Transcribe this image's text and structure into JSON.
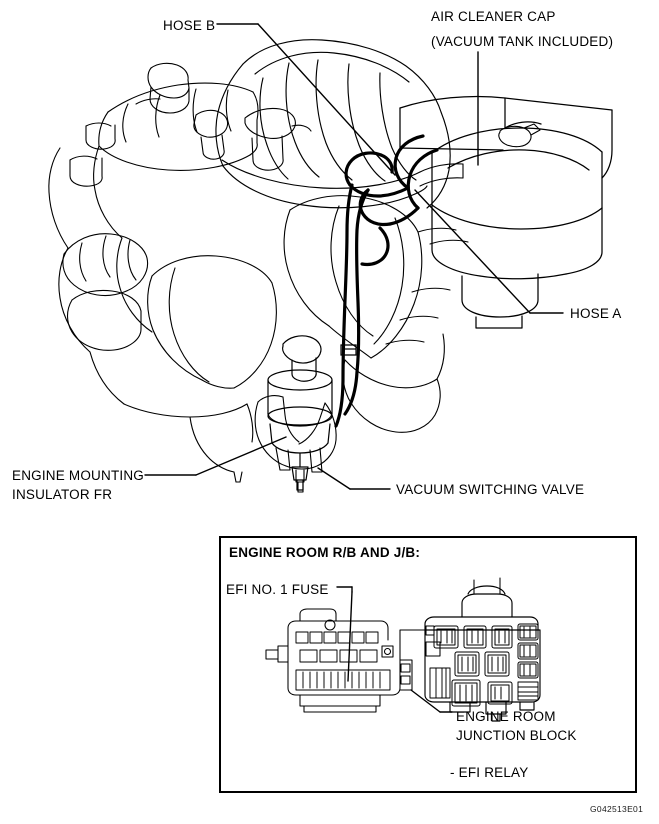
{
  "figure": {
    "id_code": "G042513E01",
    "kind": "automotive-service-diagram",
    "line_color": "#000000",
    "background": "#FFFFFF"
  },
  "labels": {
    "hose_b": "HOSE B",
    "air_cleaner_cap": "AIR CLEANER CAP",
    "air_cleaner_cap_note": "(VACUUM TANK INCLUDED)",
    "hose_a": "HOSE A",
    "engine_mounting_line1": "ENGINE MOUNTING",
    "engine_mounting_line2": "INSULATOR FR",
    "vacuum_switching_valve": "VACUUM SWITCHING VALVE"
  },
  "callout": {
    "title": "ENGINE ROOM R/B AND J/B:",
    "efi_fuse": "EFI NO. 1 FUSE",
    "junction_block_line1": "ENGINE ROOM",
    "junction_block_line2": "JUNCTION BLOCK",
    "efi_relay": "- EFI RELAY"
  }
}
